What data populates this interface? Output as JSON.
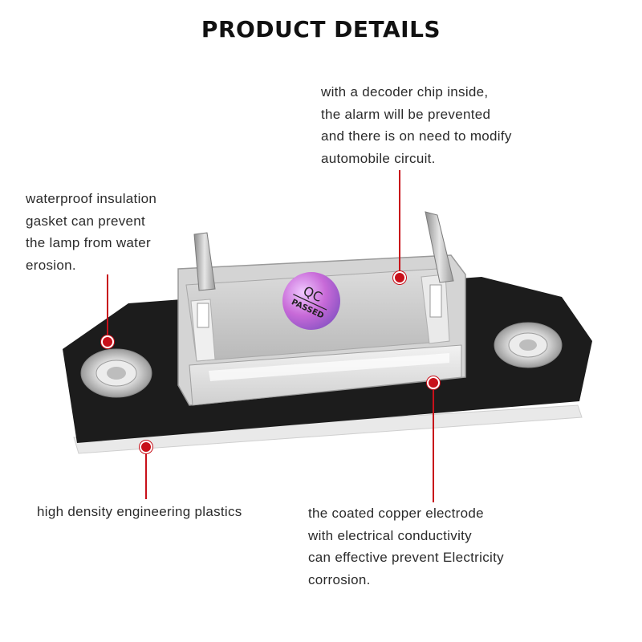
{
  "title": "PRODUCT DETAILS",
  "callouts": {
    "decoder": [
      "with a decoder chip inside,",
      "the alarm will be prevented",
      "and there is on need to modify",
      "automobile circuit."
    ],
    "gasket": [
      "waterproof insulation",
      "gasket can prevent",
      "the lamp from water",
      "erosion."
    ],
    "plastics": [
      "high density engineering plastics"
    ],
    "electrode": [
      "the coated copper electrode",
      "with electrical conductivity",
      "can effective prevent Electricity",
      "corrosion."
    ]
  },
  "sticker": {
    "line1": "QC",
    "line2": "PASSED"
  },
  "colors": {
    "accent": "#c8101a",
    "plate": "#1c1c1c",
    "text": "#2b2b2b"
  }
}
